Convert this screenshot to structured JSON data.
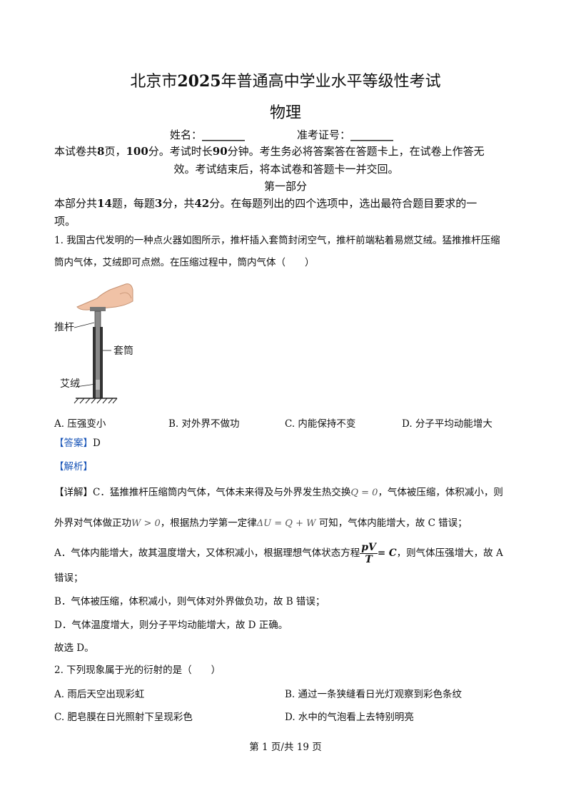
{
  "header": {
    "title_pre": "北京市",
    "title_year": "2025",
    "title_post": "年普通高中学业水平等级性考试",
    "subject": "物理",
    "name_label": "姓名：",
    "name_blank": "________",
    "id_label": "准考证号：",
    "id_blank": "________"
  },
  "notice": {
    "l1_a": "本试卷共",
    "l1_b": "8",
    "l1_c": "页，",
    "l1_d": "100",
    "l1_e": "分。考试时长",
    "l1_f": "90",
    "l1_g": "分钟。考生务必将答案答在答题卡上，在试卷上作答无",
    "l2": "效。考试结束后，将本试卷和答题卡一并交回。"
  },
  "part1": {
    "title": "第一部分",
    "d_a": "本部分共",
    "d_b": "14",
    "d_c": "题，每题",
    "d_d": "3",
    "d_e": "分，共",
    "d_f": "42",
    "d_g": "分。在每题列出的四个选项中，选出最符合题目要求的一",
    "d_h": "项。"
  },
  "q1": {
    "stem_l1": "1. 我国古代发明的一种点火器如图所示，推杆插入套筒封闭空气，推杆前端粘着易燃艾绒。猛推推杆压缩",
    "stem_l2": "筒内气体，艾绒即可点燃。在压缩过程中，筒内气体（　　）",
    "figure": {
      "label_rod": "推杆",
      "label_tube": "套筒",
      "label_tinder": "艾绒"
    },
    "options": [
      "A.  压强变小",
      "B.  对外界不做功",
      "C.  内能保持不变",
      "D.  分子平均动能增大"
    ],
    "answer_tag": "【答案】",
    "answer": "D",
    "analysis_tag": "【解析】",
    "detail_tag": "【详解】",
    "d1_a": "C．猛推推杆压缩筒内气体，气体未来得及与外界发生热交换",
    "d1_m": "Q = 0",
    "d1_b": "，气体被压缩，体积减小，则",
    "d2_a": "外界对气体做正功",
    "d2_m1": "W > 0",
    "d2_b": "，根据热力学第一定律",
    "d2_m2": "ΔU = Q + W",
    "d2_c": " 可知，气体内能增大，故 C 错误；",
    "a1_a": "A．气体内能增大，故其温度增大，又体积减小，根据理想气体状态方程",
    "a1_num": "pV",
    "a1_den": "T",
    "a1_eq": "= C",
    "a1_b": "，则气体压强增大，故 A",
    "a2": "错误；",
    "b1": "B．气体被压缩，体积减小，则气体对外界做负功，故 B 错误；",
    "dd1": "D．气体温度增大，则分子平均动能增大，故 D 正确。",
    "conclusion": "故选 D。"
  },
  "q2": {
    "stem": "2. 下列现象属于光的衍射的是（　　）",
    "options": [
      "A.  雨后天空出现彩虹",
      "B.  通过一条狭缝看日光灯观察到彩色条纹",
      "C.  肥皂膜在日光照射下呈现彩色",
      "D.  水中的气泡看上去特别明亮"
    ]
  },
  "footer": {
    "page": "第 1 页/共 19 页"
  },
  "colors": {
    "tag_blue": "#1a56b8"
  }
}
